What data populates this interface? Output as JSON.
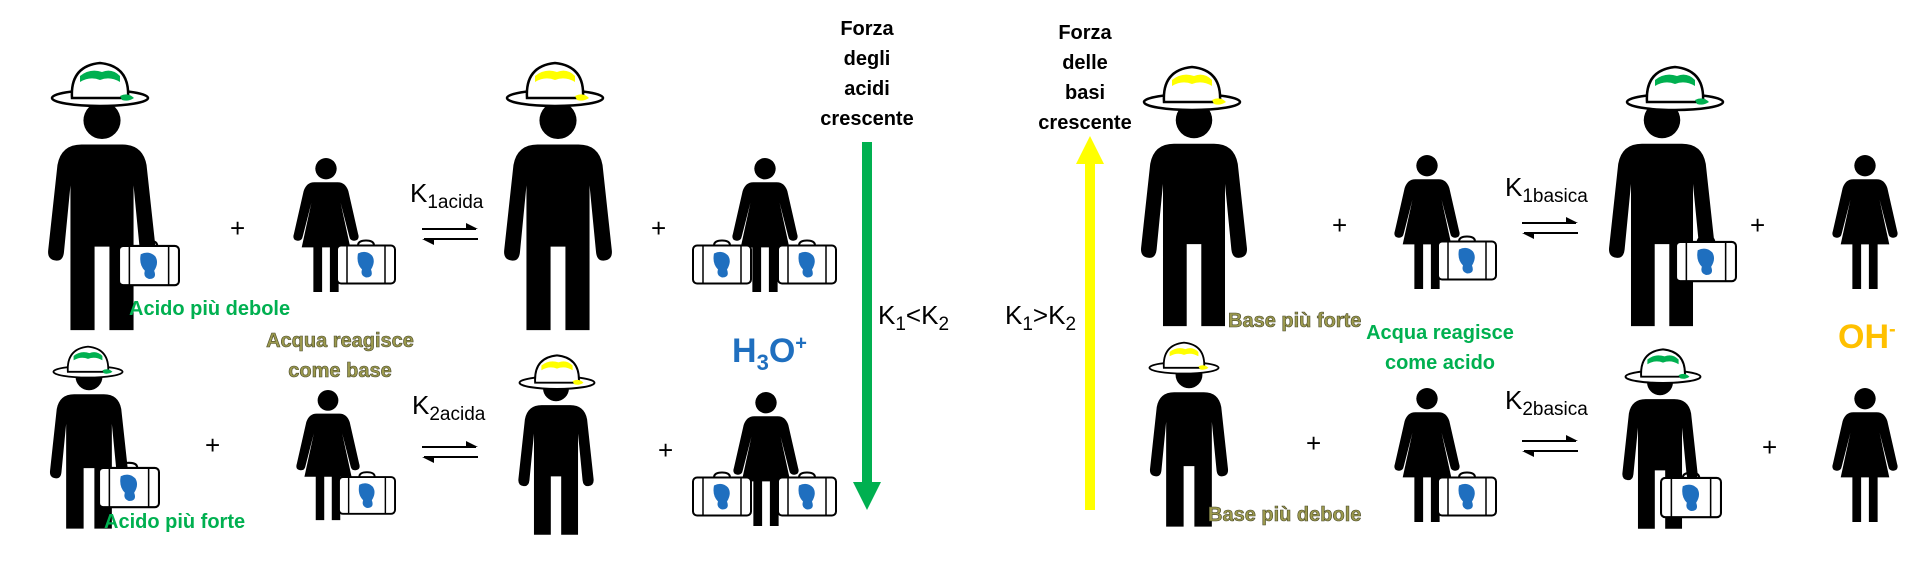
{
  "acid_panel": {
    "k1_main": "K",
    "k1_sub": "1acida",
    "k2_main": "K",
    "k2_sub": "2acida",
    "plus": "+",
    "label_weak_acid": "Acido più debole",
    "label_strong_acid": "Acido più forte",
    "label_water": "Acqua reagisce\ncome base",
    "ion_main": "H",
    "ion_sub": "3",
    "ion_tail": "O",
    "ion_sup": "+",
    "ion_color": "#1f6fbf"
  },
  "middle": {
    "acid_arrow_title": "Forza\ndegli\nacidi\ncrescente",
    "base_arrow_title": "Forza\ndelle\nbasi\ncrescente",
    "acid_relation": {
      "a": "K",
      "a_sub": "1",
      "op": "<",
      "b": "K",
      "b_sub": "2"
    },
    "base_relation": {
      "a": "K",
      "a_sub": "1",
      "op": ">",
      "b": "K",
      "b_sub": "2"
    },
    "acid_arrow_color": "#00b050",
    "base_arrow_color": "#ffff00"
  },
  "base_panel": {
    "k1_main": "K",
    "k1_sub": "1basica",
    "k2_main": "K",
    "k2_sub": "2basica",
    "plus": "+",
    "label_strong_base": "Base più forte",
    "label_weak_base": "Base più debole",
    "label_water": "Acqua reagisce\ncome acido",
    "ion_main": "OH",
    "ion_sup": "-",
    "ion_color": "#ffc000"
  },
  "colors": {
    "hat_green_band": "#00b050",
    "hat_yellow_band": "#ffff00",
    "suitcase_blob": "#1f6fbf",
    "figure": "#000000"
  },
  "icons": [
    "man-icon",
    "woman-icon",
    "hat-icon",
    "suitcase-icon",
    "equilibrium-arrows-icon"
  ]
}
